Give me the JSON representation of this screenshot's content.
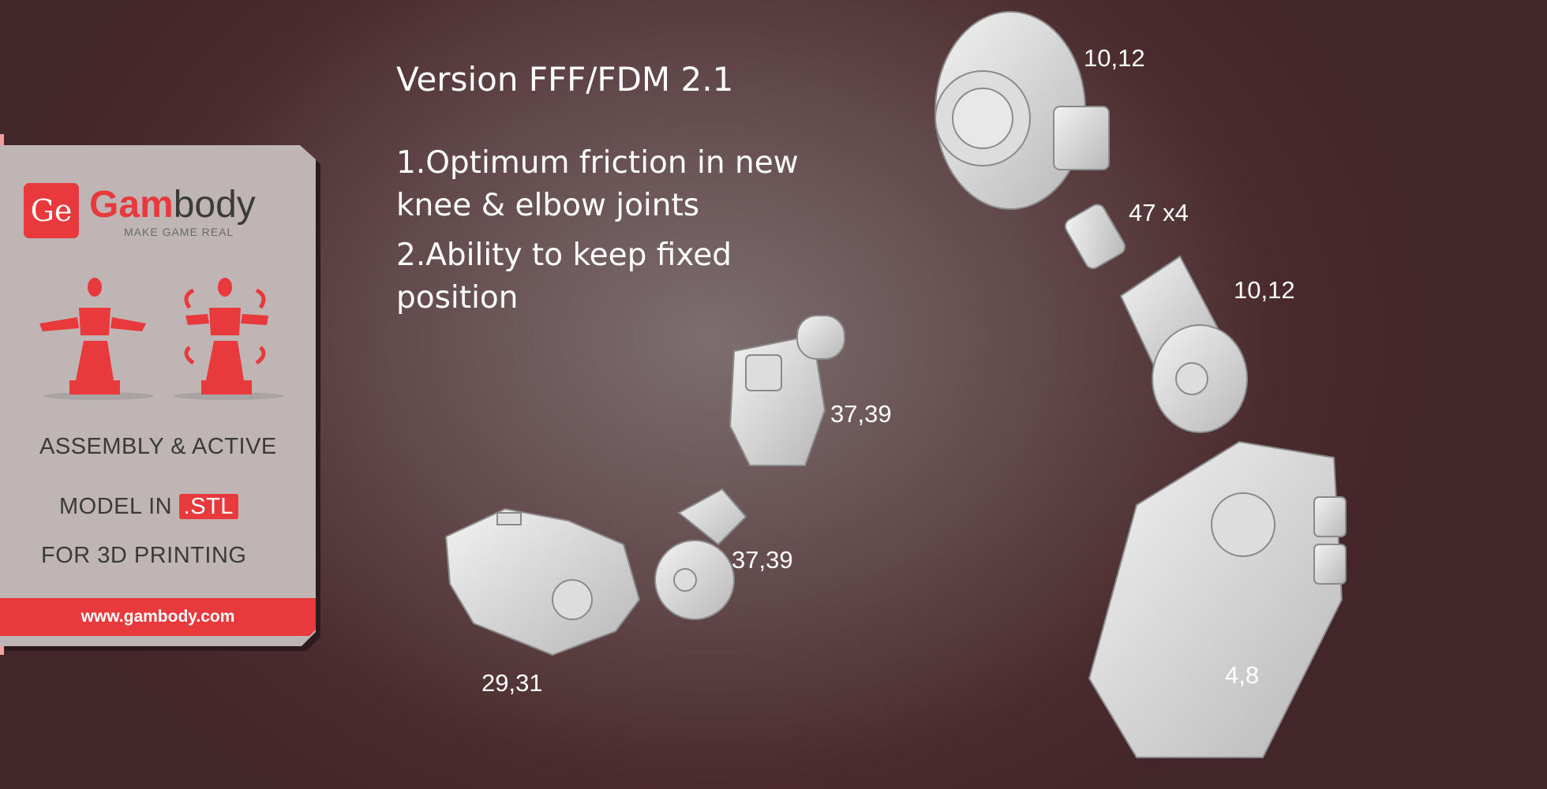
{
  "banner": {
    "logo_mark": "Ge",
    "brand_red": "Gam",
    "brand_gray": "body",
    "tagline": "MAKE GAME REAL",
    "line1": "ASSEMBLY & ACTIVE",
    "line2_prefix": "MODEL IN",
    "line2_badge": ".STL",
    "line3": "FOR 3D PRINTING",
    "url": "www.gambody.com",
    "accent": "#e8393d"
  },
  "main": {
    "title": "Version FFF/FDM 2.1",
    "features": [
      "1.Optimum friction in new",
      "knee & elbow joints",
      "2.Ability to keep fixed",
      "position"
    ]
  },
  "part_labels": [
    "10,12",
    "47 x4",
    "10,12",
    "37,39",
    "37,39",
    "29,31",
    "4,8"
  ]
}
